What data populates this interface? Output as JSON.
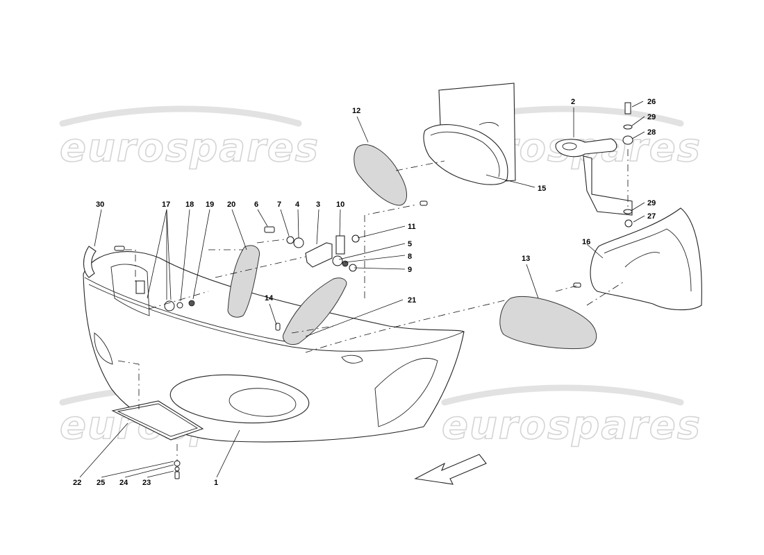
{
  "watermarks": [
    "eurospares",
    "eurospares",
    "eurospares",
    "eurospares"
  ],
  "callouts": [
    {
      "id": "c1",
      "label": "1"
    },
    {
      "id": "c2",
      "label": "2"
    },
    {
      "id": "c3",
      "label": "3"
    },
    {
      "id": "c4",
      "label": "4"
    },
    {
      "id": "c5",
      "label": "5"
    },
    {
      "id": "c6",
      "label": "6"
    },
    {
      "id": "c7",
      "label": "7"
    },
    {
      "id": "c8",
      "label": "8"
    },
    {
      "id": "c9",
      "label": "9"
    },
    {
      "id": "c10",
      "label": "10"
    },
    {
      "id": "c11",
      "label": "11"
    },
    {
      "id": "c12",
      "label": "12"
    },
    {
      "id": "c13",
      "label": "13"
    },
    {
      "id": "c14",
      "label": "14"
    },
    {
      "id": "c15",
      "label": "15"
    },
    {
      "id": "c16",
      "label": "16"
    },
    {
      "id": "c17",
      "label": "17"
    },
    {
      "id": "c18",
      "label": "18"
    },
    {
      "id": "c19",
      "label": "19"
    },
    {
      "id": "c20",
      "label": "20"
    },
    {
      "id": "c21",
      "label": "21"
    },
    {
      "id": "c22",
      "label": "22"
    },
    {
      "id": "c23",
      "label": "23"
    },
    {
      "id": "c24",
      "label": "24"
    },
    {
      "id": "c25",
      "label": "25"
    },
    {
      "id": "c26",
      "label": "26"
    },
    {
      "id": "c27",
      "label": "27"
    },
    {
      "id": "c28",
      "label": "28"
    },
    {
      "id": "c29a",
      "label": "29"
    },
    {
      "id": "c29b",
      "label": "29"
    },
    {
      "id": "c30",
      "label": "30"
    }
  ]
}
